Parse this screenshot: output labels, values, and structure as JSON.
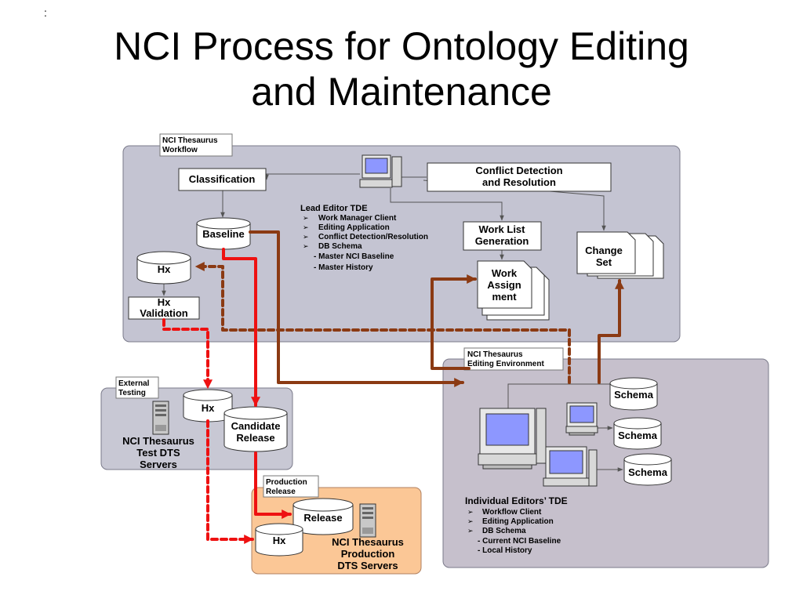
{
  "slide": {
    "corner_mark": ":",
    "title_line1": "NCI Process for Ontology Editing",
    "title_line2": "and Maintenance"
  },
  "colors": {
    "workflow_panel": "#c4c4d2",
    "editing_panel": "#c6c0cc",
    "testing_panel": "#c8c8d4",
    "production_panel": "#fbc796",
    "brown_arrow": "#8b3a13",
    "red_arrow": "#ee1111"
  },
  "workflow": {
    "label_line1": "NCI Thesaurus",
    "label_line2": "Workflow",
    "classification": "Classification",
    "conflict_line1": "Conflict Detection",
    "conflict_line2": "and Resolution",
    "baseline": "Baseline",
    "hx": "Hx",
    "hx_validation_line1": "Hx",
    "hx_validation_line2": "Validation",
    "worklist_line1": "Work List",
    "worklist_line2": "Generation",
    "work_assignment_line1": "Work",
    "work_assignment_line2": "Assign",
    "work_assignment_line3": "ment",
    "change_set_line1": "Change",
    "change_set_line2": "Set",
    "lead_editor": {
      "title": "Lead Editor TDE",
      "items": [
        "Work Manager Client",
        "Editing Application",
        "Conflict Detection/Resolution",
        "DB Schema"
      ],
      "subitems": [
        "-  Master NCI Baseline",
        "-  Master History"
      ]
    }
  },
  "editing": {
    "label_line1": "NCI Thesaurus",
    "label_line2": "Editing Environment",
    "schema": "Schema",
    "individual": {
      "title": "Individual Editors’ TDE",
      "items": [
        "Workflow Client",
        "Editing Application",
        "DB Schema"
      ],
      "subitems": [
        "-  Current NCI Baseline",
        "-  Local History"
      ]
    }
  },
  "testing": {
    "label_line1": "External",
    "label_line2": "Testing",
    "hx": "Hx",
    "candidate_line1": "Candidate",
    "candidate_line2": "Release",
    "servers_line1": "NCI Thesaurus",
    "servers_line2": "Test DTS",
    "servers_line3": "Servers"
  },
  "production": {
    "label_line1": "Production",
    "label_line2": "Release",
    "release": "Release",
    "hx": "Hx",
    "servers_line1": "NCI Thesaurus",
    "servers_line2": "Production",
    "servers_line3": "DTS Servers"
  },
  "icons": [
    "computer-icon",
    "server-icon",
    "database-icon",
    "document-stack-icon"
  ]
}
